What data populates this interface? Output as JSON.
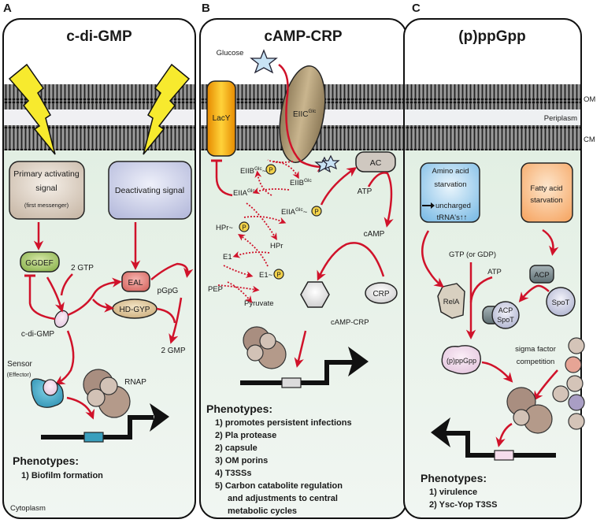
{
  "panel_letters": [
    "A",
    "B",
    "C"
  ],
  "membrane_labels": {
    "outer": "OM",
    "periplasm": "Periplasm",
    "inner": "CM"
  },
  "colors": {
    "arrow_red": "#d0122a",
    "membrane_gray": "#8c8c8c",
    "cytoplasm_bg": "#e9f2ea",
    "lightning_yellow": "#f7ea2e",
    "phosphate_yellow": "#f2d24a"
  },
  "panel_a": {
    "title": "c-di-GMP",
    "primary_signal": {
      "line1": "Primary activating",
      "line2": "signal",
      "line3": "(first messenger)"
    },
    "deactivating_signal": "Deactivating signal",
    "ggdef": "GGDEF",
    "gtp": "2 GTP",
    "eal": "EAL",
    "hdgyp": "HD-GYP",
    "pgpg": "pGpG",
    "gmp": "2 GMP",
    "cdigmp": "c-di-GMP",
    "sensor": "Sensor",
    "effector": "(Effector)",
    "rnap": "RNAP",
    "phenotypes_title": "Phenotypes:",
    "phenotypes": [
      "1) Biofilm formation"
    ],
    "compartment": "Cytoplasm"
  },
  "panel_b": {
    "title": "cAMP-CRP",
    "glucose": "Glucose",
    "lacy": "LacY",
    "eiic": {
      "base": "EIIC",
      "sup": "Glc"
    },
    "eiib_p": {
      "base": "EIIB",
      "sup": "Glc",
      "suffix": "~"
    },
    "eiib": {
      "base": "EIIB",
      "sup": "Glc"
    },
    "eiia": {
      "base": "EIIA",
      "sup": "Glc"
    },
    "eiia_p": {
      "base": "EIIA",
      "sup": "Glc",
      "suffix": "~"
    },
    "hpr_p": "HPr~",
    "hpr": "HPr",
    "e1": "E1",
    "e1_p": "E1~",
    "pep": "PEP",
    "pyruvate": "Pyruvate",
    "phosphate": "P",
    "ac": "AC",
    "atp": "ATP",
    "camp": "cAMP",
    "crp": "CRP",
    "camp_crp": "cAMP-CRP",
    "phenotypes_title": "Phenotypes:",
    "phenotypes": [
      "1) promotes persistent infections",
      "2) Pla protease",
      "2) capsule",
      "3) OM porins",
      "4) T3SSs",
      "5) Carbon catabolite regulation",
      "and adjustments to central",
      "metabolic cycles"
    ]
  },
  "panel_c": {
    "title": "(p)ppGpp",
    "amino": {
      "line1": "Amino acid",
      "line2": "starvation",
      "line3": "uncharged",
      "line4": "tRNA's↑↑"
    },
    "fatty": {
      "line1": "Fatty acid",
      "line2": "starvation"
    },
    "gtp": "GTP (or GDP)",
    "atp": "ATP",
    "acp": "ACP",
    "rela": "RelA",
    "spot": "SpoT",
    "acp_spot": {
      "line1": "ACP",
      "line2": "SpoT"
    },
    "ppgpp": "(p)ppGpp",
    "sigma": {
      "line1": "sigma factor",
      "line2": "competition"
    },
    "phenotypes_title": "Phenotypes:",
    "phenotypes": [
      "1) virulence",
      "2) Ysc-Yop T3SS"
    ]
  }
}
